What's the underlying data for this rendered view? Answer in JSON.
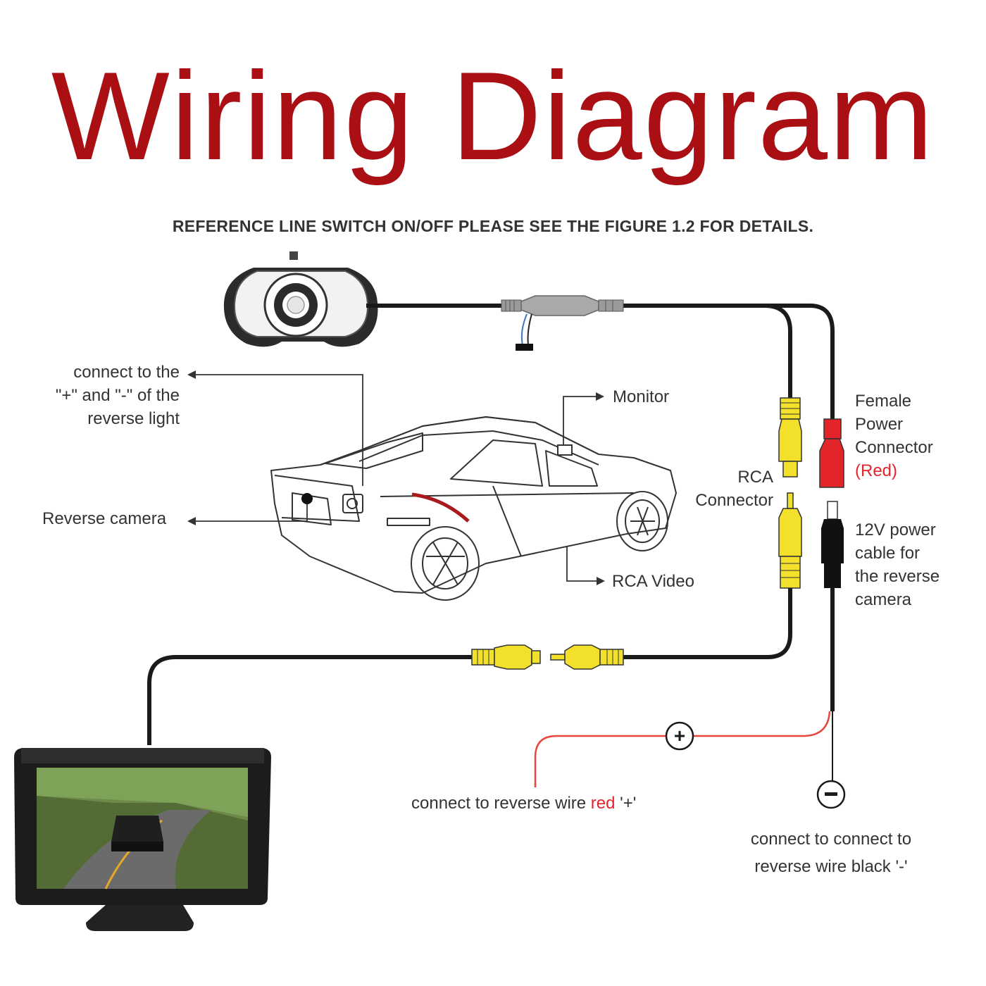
{
  "title": "Wiring Diagram",
  "subtitle": "REFERENCE LINE SWITCH ON/OFF PLEASE SEE THE FIGURE 1.2 FOR DETAILS.",
  "labels": {
    "reverse_light_line1": "connect to the",
    "reverse_light_line2": "\"+\" and \"-\" of the",
    "reverse_light_line3": "reverse light",
    "reverse_camera": "Reverse camera",
    "monitor": "Monitor",
    "rca_video": "RCA Video",
    "rca_connector_line1": "RCA",
    "rca_connector_line2": "Connector",
    "female_power_line1": "Female",
    "female_power_line2": "Power",
    "female_power_line3": "Connector",
    "female_power_line4": "(Red)",
    "power_cable_line1": "12V power",
    "power_cable_line2": "cable for",
    "power_cable_line3": "the reverse",
    "power_cable_line4": "camera",
    "red_wire_prefix": "connect to reverse wire ",
    "red_wire_red": "red",
    "red_wire_suffix": " '+'",
    "black_wire_line1": "connect to connect to",
    "black_wire_line2": "reverse wire black '-'",
    "plus_symbol": "+",
    "minus_symbol": "−"
  },
  "colors": {
    "title": "#a90f13",
    "wire": "#1a1a1a",
    "rca_yellow": "#f2e02a",
    "power_red": "#e3252b",
    "positive_wire": "#e8473e",
    "text": "#333333"
  }
}
